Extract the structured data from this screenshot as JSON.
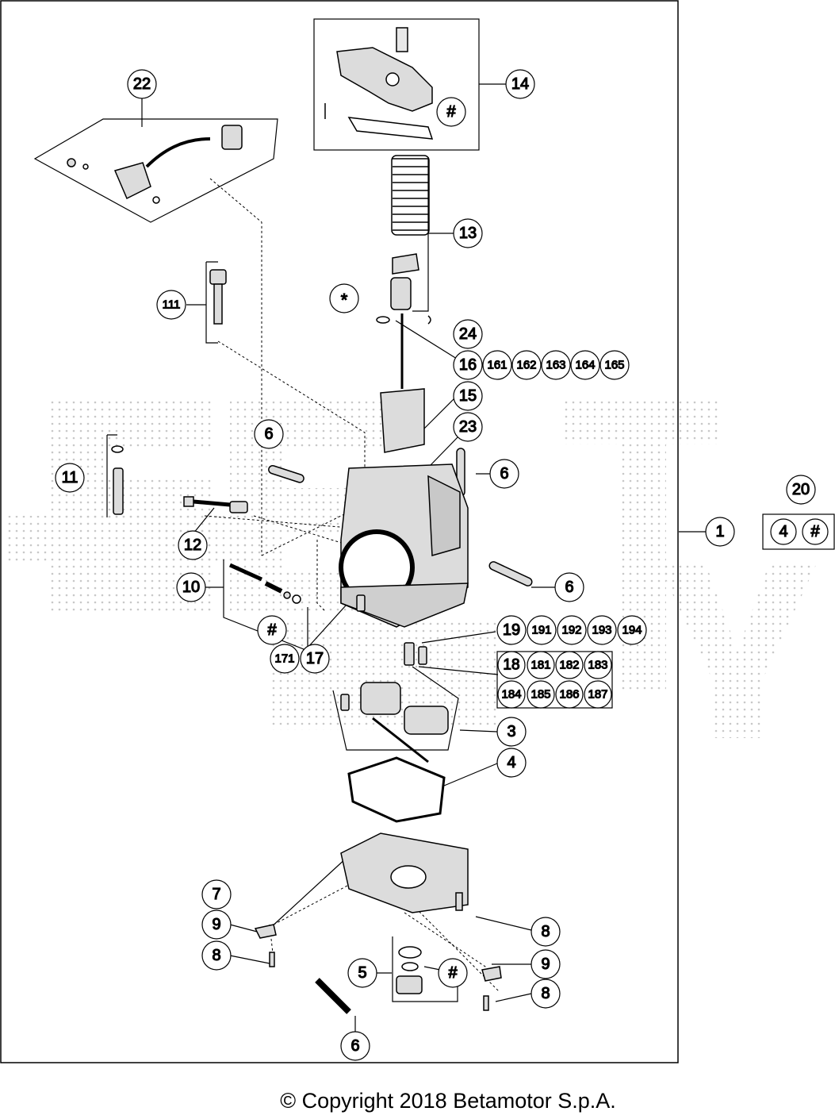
{
  "copyright": "© Copyright 2018 Betamotor S.p.A.",
  "callouts": {
    "c1": "1",
    "c3": "3",
    "c4": "4",
    "c5": "5",
    "c6a": "6",
    "c6b": "6",
    "c6c": "6",
    "c6d": "6",
    "c7": "7",
    "c8a": "8",
    "c8b": "8",
    "c8c": "8",
    "c9a": "9",
    "c9b": "9",
    "c10": "10",
    "c11": "11",
    "c12": "12",
    "c13": "13",
    "c14": "14",
    "c15": "15",
    "c16": "16",
    "c17": "17",
    "c18": "18",
    "c19": "19",
    "c20": "20",
    "c22": "22",
    "c23": "23",
    "c24": "24",
    "c111": "111",
    "c161": "161",
    "c162": "162",
    "c163": "163",
    "c164": "164",
    "c165": "165",
    "c171": "171",
    "c181": "181",
    "c182": "182",
    "c183": "183",
    "c184": "184",
    "c185": "185",
    "c186": "186",
    "c187": "187",
    "c191": "191",
    "c192": "192",
    "c193": "193",
    "c194": "194",
    "star": "*",
    "hashTop": "#",
    "hashLeft": "#",
    "hashBottom": "#",
    "kit20_4": "4",
    "kit20_hash": "#"
  }
}
